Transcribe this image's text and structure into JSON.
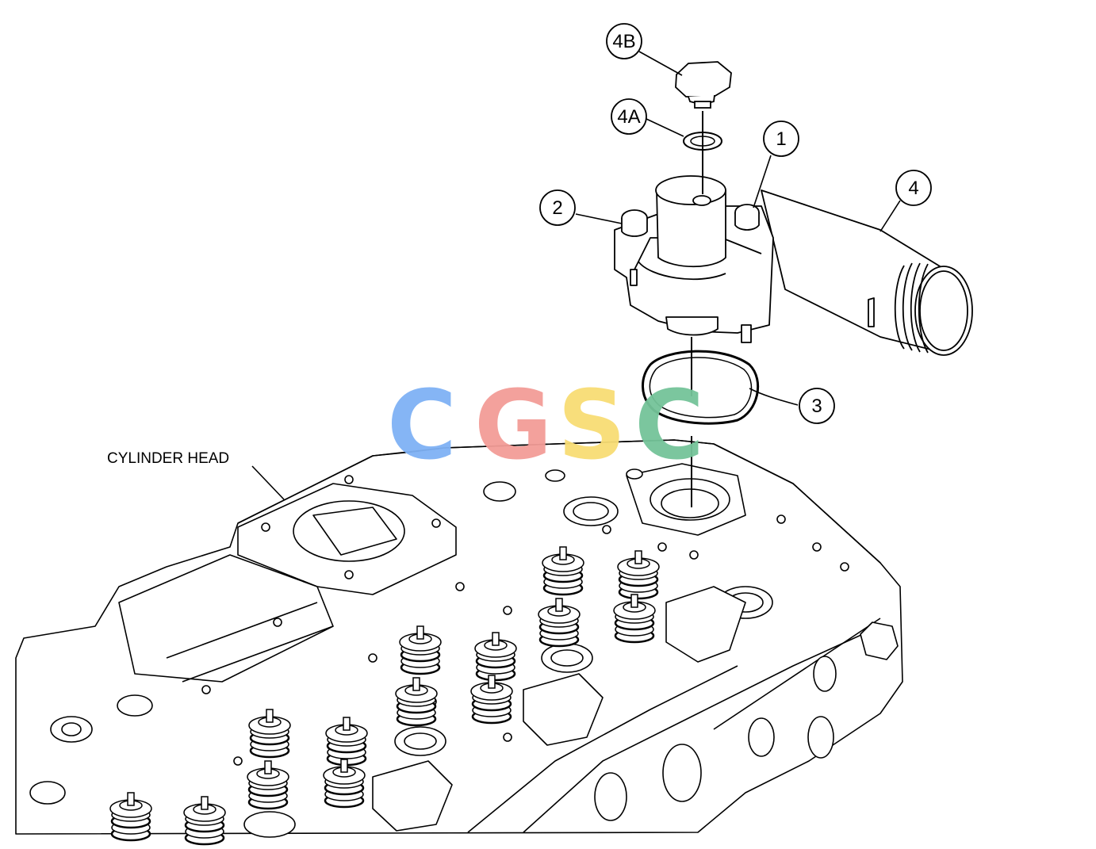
{
  "callouts": {
    "c4B": "4B",
    "c4A": "4A",
    "c1": "1",
    "c2": "2",
    "c4": "4",
    "c3": "3"
  },
  "labels": {
    "cylinder_head": "CYLINDER HEAD"
  },
  "watermark": {
    "letters": [
      "C",
      "G",
      "S",
      "C"
    ],
    "colors": [
      "#7fb2f5",
      "#f39c97",
      "#f8dd74",
      "#74c499"
    ]
  }
}
